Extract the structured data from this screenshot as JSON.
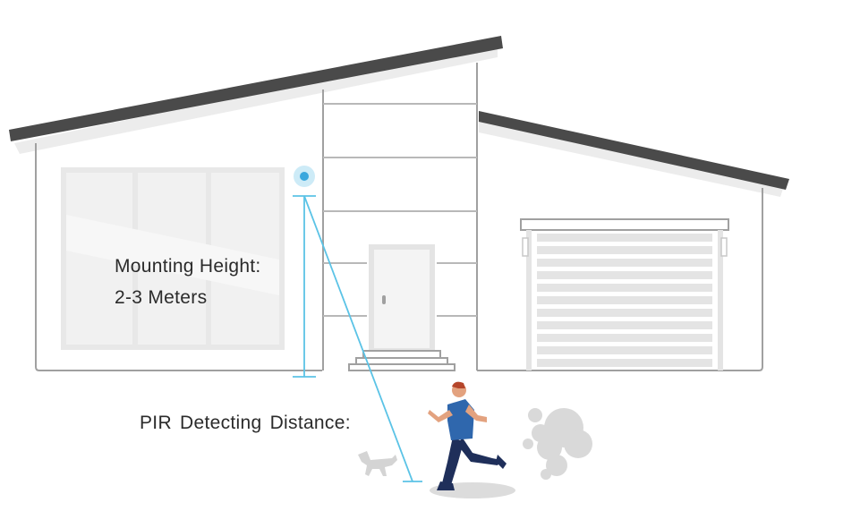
{
  "labels": {
    "mounting_height_line1": "Mounting Height:",
    "mounting_height_line2": "2-3 Meters",
    "pir_distance": "PIR Detecting  Distance:"
  },
  "icons": {
    "camera": "camera-icon",
    "person": "running-person-icon",
    "dog": "dog-icon",
    "dust_cloud": "dust-cloud-icon"
  },
  "colors": {
    "roof": "#4a4a4a",
    "wall_line": "#9a9a9a",
    "window_fill": "#e6e6e6",
    "measure_line": "#5bc3e6",
    "camera_body": "#cdebf7",
    "camera_lens": "#3aa7dd",
    "shirt": "#2f67ad",
    "pants": "#1f2f5a",
    "skin": "#e3a27f",
    "hair": "#b5452a"
  }
}
